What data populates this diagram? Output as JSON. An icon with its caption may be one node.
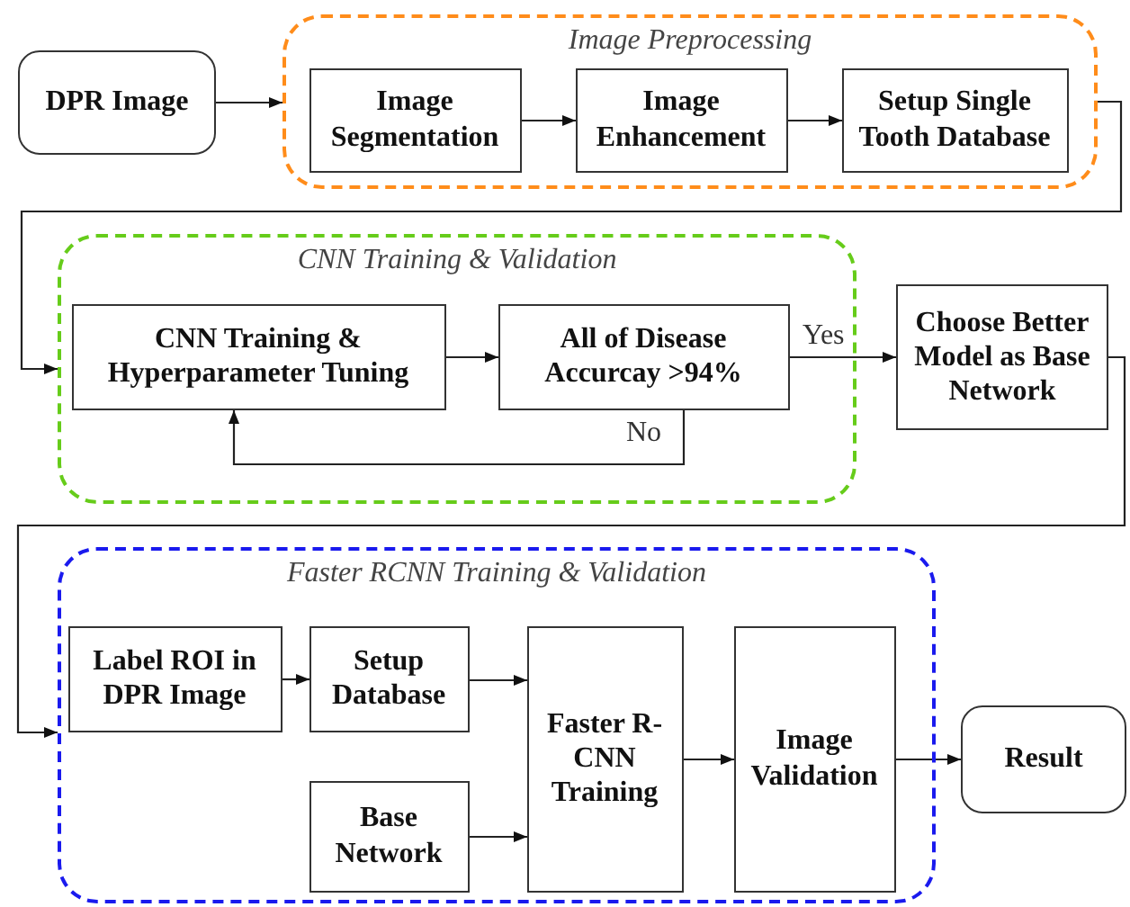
{
  "diagram": {
    "nodes": [
      {
        "text": [
          "DPR Image"
        ]
      },
      {
        "text": [
          "Image Preprocessing"
        ]
      },
      {
        "text": [
          "Image Segmentation"
        ],
        "in": 1
      },
      {
        "text": [
          "Image Enhancement"
        ],
        "in": 1
      },
      {
        "text": [
          "Setup Single Tooth Database"
        ],
        "in": 1
      },
      {
        "text": [
          "CNN Training & Validation"
        ]
      },
      {
        "text": [
          "CNN Training & Hyperparameter Tuning"
        ],
        "in": 5
      },
      {
        "text": [
          "All of Disease Accurcay >94%"
        ],
        "in": 5
      },
      {
        "text": [
          "Choose Better Model as Base Network"
        ]
      },
      {
        "text": [
          "Faster RCNN Training & Validation"
        ]
      },
      {
        "text": [
          "Label ROI in DPR Image"
        ],
        "in": 9
      },
      {
        "text": [
          "Setup Database"
        ],
        "in": 9
      },
      {
        "text": [
          "Base Network"
        ],
        "in": 9
      },
      {
        "text": [
          "Faster R-CNN Training"
        ],
        "in": 9
      },
      {
        "text": [
          "Image Validation"
        ],
        "in": 9
      },
      {
        "text": [
          "Result"
        ]
      }
    ],
    "edges": [
      {
        "from": 0,
        "to": 1,
        "arrow": "to"
      },
      {
        "from": 2,
        "to": 3,
        "arrow": "to"
      },
      {
        "from": 3,
        "to": 4,
        "arrow": "to"
      },
      {
        "from": 1,
        "to": 5,
        "arrow": "to"
      },
      {
        "from": 6,
        "to": 7,
        "arrow": "to"
      },
      {
        "from": 7,
        "to": 8,
        "arrow": "to",
        "label": "Yes"
      },
      {
        "from": 7,
        "to": 6,
        "arrow": "to",
        "label": "No"
      },
      {
        "from": 8,
        "to": 9,
        "arrow": "to"
      },
      {
        "from": 10,
        "to": 11,
        "arrow": "to"
      },
      {
        "from": 11,
        "to": 13,
        "arrow": "to"
      },
      {
        "from": 12,
        "to": 13,
        "arrow": "to"
      },
      {
        "from": 13,
        "to": 14,
        "arrow": "to"
      },
      {
        "from": 14,
        "to": 15,
        "arrow": "to"
      }
    ]
  }
}
